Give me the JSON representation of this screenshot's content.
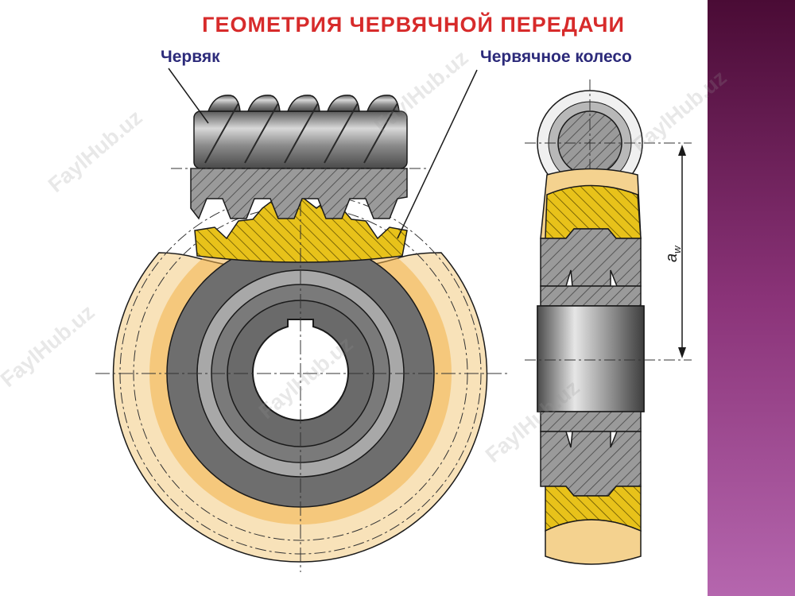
{
  "title": "ГЕОМЕТРИЯ  ЧЕРВЯЧНОЙ  ПЕРЕДАЧИ",
  "labels": {
    "worm": "Червяк",
    "wheel": "Червячное  колесо",
    "center_distance": "a",
    "center_distance_sub": "w"
  },
  "watermarks": [
    "FaylHub.uz",
    "FaylHub.uz",
    "FaylHub.uz",
    "FaylHub.uz",
    "FaylHub.uz",
    "FaylHub.uz"
  ],
  "colors": {
    "title": "#d72b2b",
    "labels": "#2c2a7a",
    "bronze": "#f4d28f",
    "bronze_light": "#f8e2b9",
    "bronze_dark": "#f2b24a",
    "yellow_section": "#e8c21a",
    "steel": "#8c8c8c",
    "steel_dark": "#6e6e6e",
    "outline": "#1a1a1a",
    "sidebar_top": "#4a0b35",
    "sidebar_bottom": "#b566ae"
  }
}
